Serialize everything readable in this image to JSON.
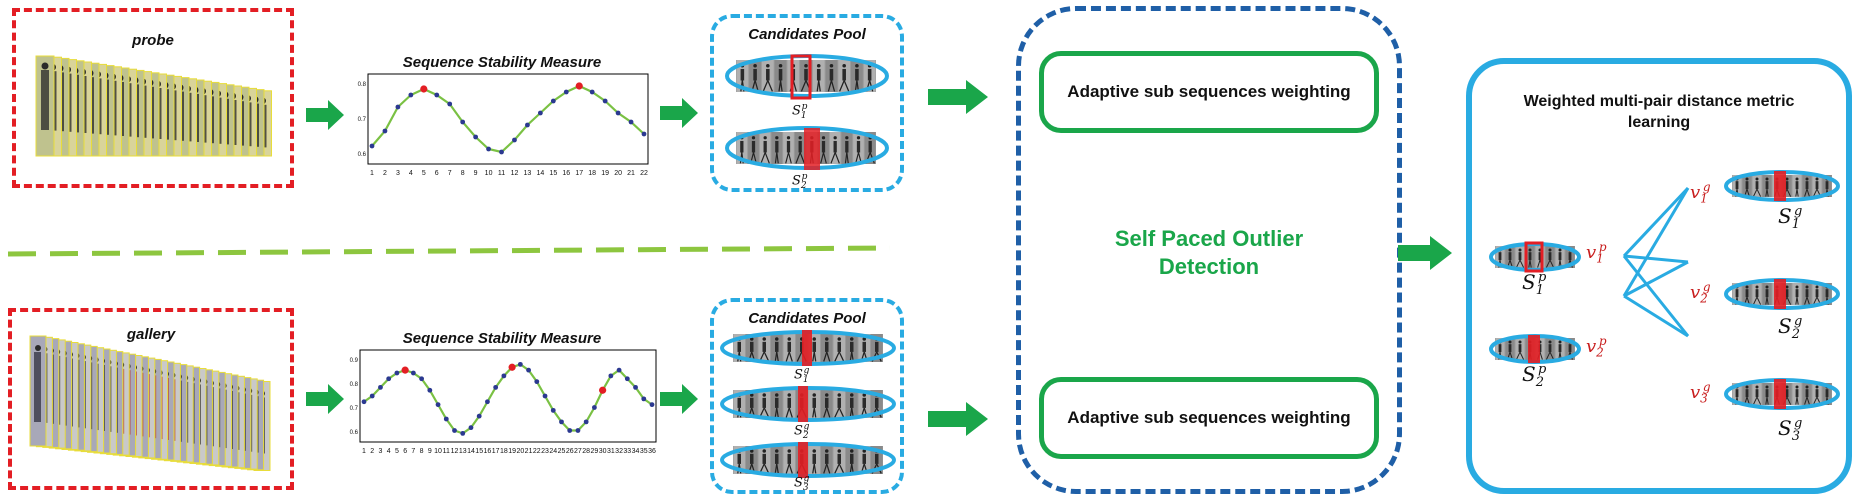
{
  "probe": {
    "label": "probe",
    "chart_title": "Sequence Stability Measure",
    "pool_title": "Candidates  Pool",
    "candidates": [
      {
        "main": "S",
        "sub": "1",
        "sup": "p"
      },
      {
        "main": "S",
        "sub": "2",
        "sup": "p"
      }
    ]
  },
  "gallery": {
    "label": "gallery",
    "chart_title": "Sequence Stability Measure",
    "pool_title": "Candidates  Pool",
    "candidates": [
      {
        "main": "S",
        "sub": "1",
        "sup": "g"
      },
      {
        "main": "S",
        "sub": "2",
        "sup": "g"
      },
      {
        "main": "S",
        "sub": "3",
        "sup": "g"
      }
    ]
  },
  "middle": {
    "box_top": "Adaptive sub sequences weighting",
    "title": "Self Paced Outlier Detection",
    "box_bottom": "Adaptive sub sequences weighting"
  },
  "right": {
    "title": "Weighted multi-pair distance metric learning",
    "probe_seqs": [
      {
        "s_main": "S",
        "s_sub": "1",
        "s_sup": "p",
        "v_main": "v",
        "v_sub": "1",
        "v_sup": "p"
      },
      {
        "s_main": "S",
        "s_sub": "2",
        "s_sup": "p",
        "v_main": "v",
        "v_sub": "2",
        "v_sup": "p"
      }
    ],
    "gallery_seqs": [
      {
        "s_main": "S",
        "s_sub": "1",
        "s_sup": "g",
        "v_main": "v",
        "v_sub": "1",
        "v_sup": "g"
      },
      {
        "s_main": "S",
        "s_sub": "2",
        "s_sup": "g",
        "v_main": "v",
        "v_sub": "2",
        "v_sup": "g"
      },
      {
        "s_main": "S",
        "s_sub": "3",
        "s_sup": "g",
        "v_main": "v",
        "v_sub": "3",
        "v_sup": "g"
      }
    ]
  },
  "colors": {
    "red": "#e31e24",
    "cyan": "#29abe2",
    "navy": "#1f5fa7",
    "green": "#1aa64a",
    "light_green": "#8dc63f"
  },
  "chart_data": [
    {
      "type": "line",
      "title": "Sequence Stability Measure",
      "x": [
        1,
        2,
        3,
        4,
        5,
        6,
        7,
        8,
        9,
        10,
        11,
        12,
        13,
        14,
        15,
        16,
        17,
        18,
        19,
        20,
        21,
        22
      ],
      "y": [
        0.62,
        0.67,
        0.75,
        0.79,
        0.81,
        0.79,
        0.76,
        0.7,
        0.65,
        0.61,
        0.6,
        0.64,
        0.69,
        0.73,
        0.77,
        0.8,
        0.82,
        0.8,
        0.77,
        0.73,
        0.7,
        0.66
      ],
      "highlight_x": [
        5,
        17
      ],
      "x_ticks": [
        1,
        2,
        3,
        4,
        5,
        6,
        7,
        8,
        9,
        10,
        11,
        12,
        13,
        14,
        15,
        16,
        17,
        18,
        19,
        20,
        21,
        22
      ],
      "y_ticks": [
        "0.8",
        "0.7",
        "0.6"
      ],
      "ylim": [
        0.56,
        0.86
      ]
    },
    {
      "type": "line",
      "title": "Sequence Stability Measure",
      "x": [
        1,
        2,
        3,
        4,
        5,
        6,
        7,
        8,
        9,
        10,
        11,
        12,
        13,
        14,
        15,
        16,
        17,
        18,
        19,
        20,
        21,
        22,
        23,
        24,
        25,
        26,
        27,
        28,
        29,
        30,
        31,
        32,
        33,
        34,
        35,
        36
      ],
      "y": [
        0.72,
        0.74,
        0.77,
        0.8,
        0.82,
        0.83,
        0.82,
        0.8,
        0.76,
        0.71,
        0.66,
        0.62,
        0.61,
        0.63,
        0.67,
        0.72,
        0.77,
        0.81,
        0.84,
        0.85,
        0.83,
        0.79,
        0.74,
        0.69,
        0.65,
        0.62,
        0.62,
        0.65,
        0.7,
        0.76,
        0.81,
        0.83,
        0.8,
        0.77,
        0.73,
        0.71
      ],
      "highlight_x": [
        6,
        19,
        30
      ],
      "x_ticks": [
        1,
        2,
        3,
        4,
        5,
        6,
        7,
        8,
        9,
        10,
        11,
        12,
        13,
        14,
        15,
        16,
        17,
        18,
        19,
        20,
        21,
        22,
        23,
        24,
        25,
        26,
        27,
        28,
        29,
        30,
        31,
        32,
        33,
        34,
        35,
        36
      ],
      "y_ticks": [
        "0.9",
        "0.8",
        "0.7",
        "0.6"
      ],
      "ylim": [
        0.58,
        0.9
      ]
    }
  ]
}
